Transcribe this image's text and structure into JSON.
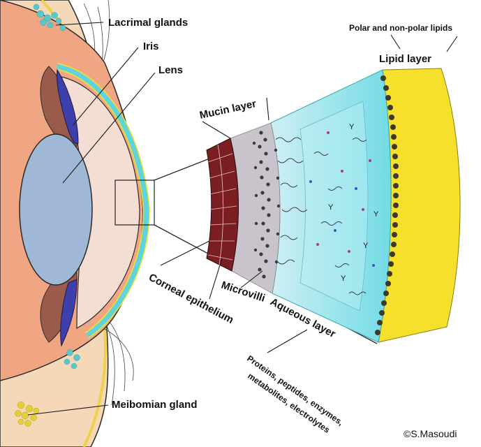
{
  "labels": {
    "lacrimal": "Lacrimal glands",
    "iris": "Iris",
    "lens": "Lens",
    "lipid_note": "Polar and non-polar lipids",
    "lipid_layer": "Lipid layer",
    "mucin_layer": "Mucin layer",
    "corneal_epithelium": "Corneal epithelium",
    "microvilli": "Microvilli",
    "aqueous_layer": "Aqueous layer",
    "aqueous_note_1": "Proteins, peptides, enzymes,",
    "aqueous_note_2": "metabolites, electrolytes",
    "meibomian": "Meibomian gland",
    "credit": "©S.Masoudi"
  },
  "colors": {
    "sclera": "#f0a583",
    "iris": "#3d3faa",
    "lens": "#9fb8d6",
    "anterior_chamber": "#f4ddd2",
    "tear_film_cyan": "#5ed4de",
    "lipid_yellow": "#f6e02c",
    "epithelium": "#7a1e22",
    "mucin": "#c9c3cc",
    "aqueous": "#9fe6ee",
    "lacrimal_dots": "#5cc7c9",
    "meibomian_dots": "#e3cf3a"
  }
}
